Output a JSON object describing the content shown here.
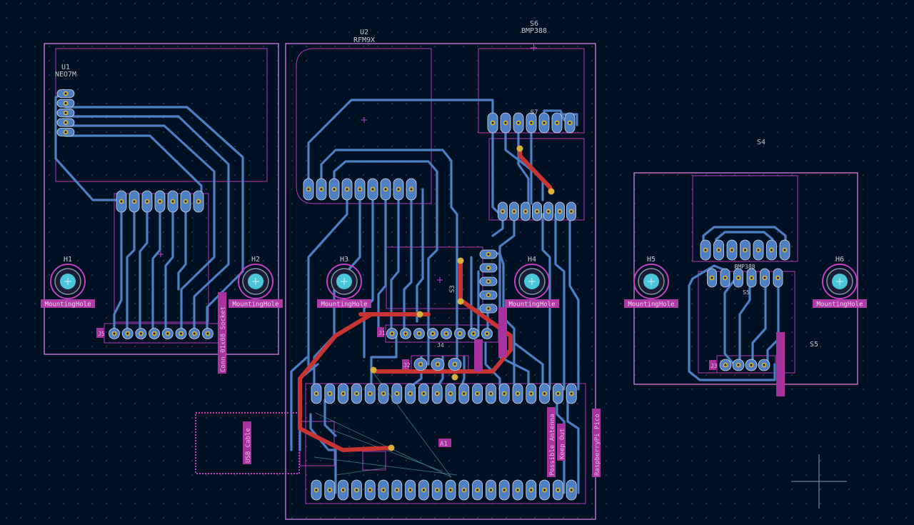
{
  "colors": {
    "background": "#001023",
    "grid": "#3a4a5c",
    "courtyard": "#c23fc4",
    "fab_outline": "#d07be0",
    "silk_text": "#c9c9d0",
    "copper_back": "#4d7fc4",
    "copper_front": "#c83434",
    "pad_gold": "#d6b23a",
    "hole_cyan": "#4ac6d8",
    "ratsnest": "#5fb3c8",
    "footprint_label_bg": "#b03aa8"
  },
  "boards": {
    "u1_module": {
      "ref": "U1",
      "value": "NEO7M"
    },
    "u2_module": {
      "ref": "U2",
      "value": "RFM9X"
    },
    "s6_module": {
      "ref": "S6",
      "value": "BMP388"
    },
    "s4_label": "S4",
    "s5_label": "S5",
    "s5_small": "S5",
    "s7_label": "S7",
    "s3_label": "S3",
    "j5_label": "J5",
    "j1_label": "J1",
    "j3_label": "J3",
    "j2_label": "J2",
    "j4_label": "J4",
    "a1_label": "A1",
    "conn_label": "Conn_01x08_Socket",
    "usb_cable": "USB Cable",
    "antenna_keepout": "Possible Antenna",
    "keepout_line2": "Keep Out",
    "pico_label": "RaspberryPi Pico",
    "bmp_right_label": "BMP388"
  },
  "mounting_holes": [
    {
      "ref": "H1",
      "label": "MountingHole"
    },
    {
      "ref": "H2",
      "label": "MountingHole"
    },
    {
      "ref": "H3",
      "label": "MountingHole"
    },
    {
      "ref": "H4",
      "label": "MountingHole"
    },
    {
      "ref": "H5",
      "label": "MountingHole"
    },
    {
      "ref": "H6",
      "label": "MountingHole"
    }
  ]
}
